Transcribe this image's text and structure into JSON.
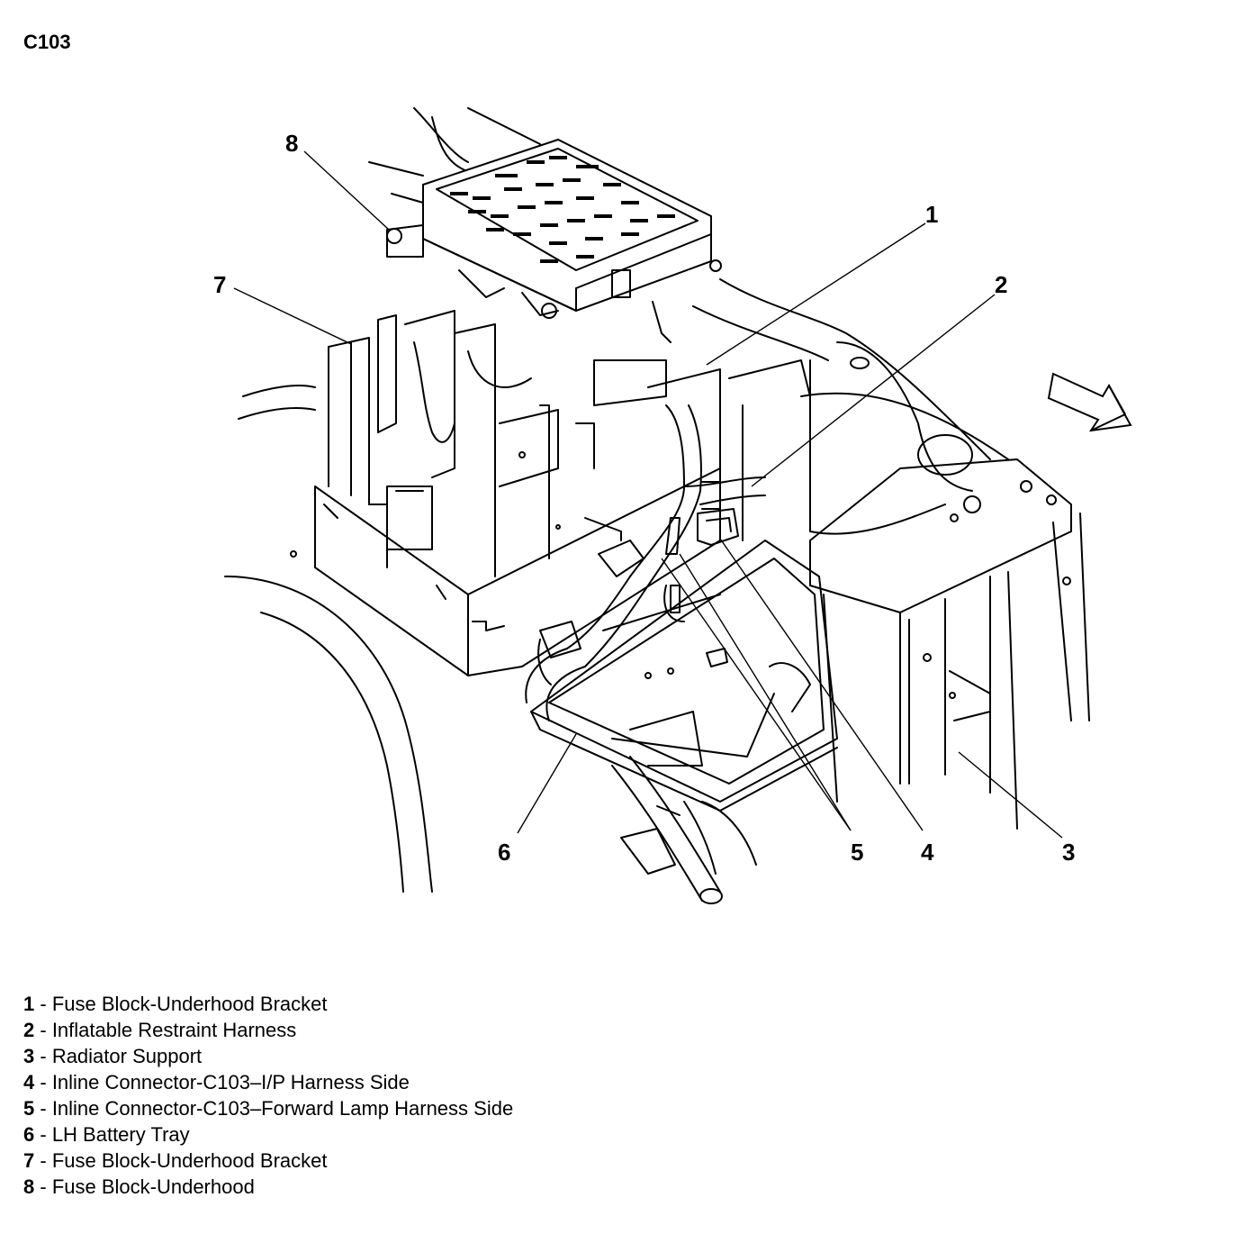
{
  "title": "C103",
  "callouts": [
    {
      "id": "1",
      "label": "1"
    },
    {
      "id": "2",
      "label": "2"
    },
    {
      "id": "3",
      "label": "3"
    },
    {
      "id": "4",
      "label": "4"
    },
    {
      "id": "5",
      "label": "5"
    },
    {
      "id": "6",
      "label": "6"
    },
    {
      "id": "7",
      "label": "7"
    },
    {
      "id": "8",
      "label": "8"
    }
  ],
  "legend": [
    {
      "num": "1",
      "sep": " - ",
      "text": "Fuse Block-Underhood Bracket"
    },
    {
      "num": "2",
      "sep": " - ",
      "text": "Inflatable Restraint Harness"
    },
    {
      "num": "3",
      "sep": " - ",
      "text": "Radiator Support"
    },
    {
      "num": "4",
      "sep": " - ",
      "text": "Inline Connector-C103–I/P Harness Side"
    },
    {
      "num": "5",
      "sep": " - ",
      "text": "Inline Connector-C103–Forward Lamp Harness Side"
    },
    {
      "num": "6",
      "sep": " - ",
      "text": "LH Battery Tray"
    },
    {
      "num": "7",
      "sep": " - ",
      "text": "Fuse Block-Underhood Bracket"
    },
    {
      "num": "8",
      "sep": " - ",
      "text": "Fuse Block-Underhood"
    }
  ]
}
